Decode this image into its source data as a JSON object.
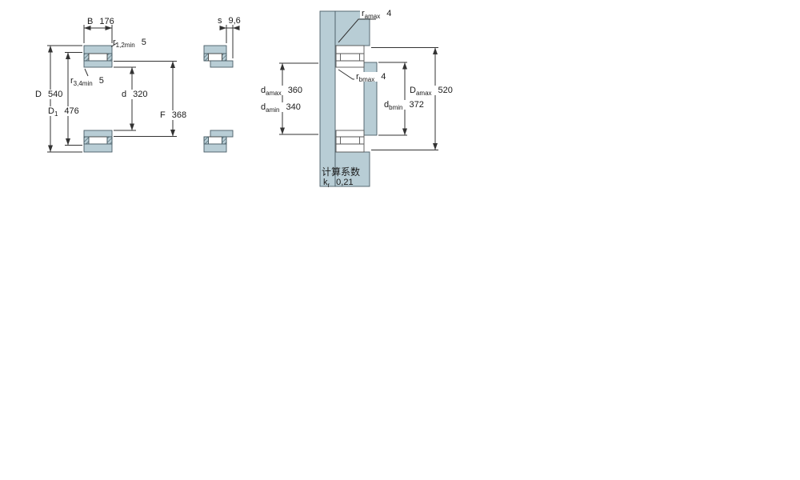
{
  "drawing": {
    "description": "bearing cross-section and mounting dimensions drawing",
    "views": {
      "left": "bearing-cross-section",
      "middle": "bearing-cross-section-axial-displacement",
      "right": "mounting-abutment-dimensions"
    }
  },
  "colors": {
    "steel_fill": "#b8cdd5",
    "steel_edge": "#4a5e66",
    "hatch": "#3c5560",
    "line": "#333333",
    "text": "#1a1a1a"
  },
  "dimensions": {
    "B": {
      "symbol": "B",
      "sub": "",
      "value": "176"
    },
    "r12min": {
      "symbol": "r",
      "sub": "1,2min",
      "value": "5"
    },
    "r34min": {
      "symbol": "r",
      "sub": "3,4min",
      "value": "5"
    },
    "D": {
      "symbol": "D",
      "sub": "",
      "value": "540"
    },
    "D1": {
      "symbol": "D",
      "sub": "1",
      "value": "476"
    },
    "d": {
      "symbol": "d",
      "sub": "",
      "value": "320"
    },
    "F": {
      "symbol": "F",
      "sub": "",
      "value": "368"
    },
    "s": {
      "symbol": "s",
      "sub": "",
      "value": "9,6"
    },
    "ramax": {
      "symbol": "r",
      "sub": "amax",
      "value": "4"
    },
    "rbmax": {
      "symbol": "r",
      "sub": "bmax",
      "value": "4"
    },
    "damax": {
      "symbol": "d",
      "sub": "amax",
      "value": "360"
    },
    "damin": {
      "symbol": "d",
      "sub": "amin",
      "value": "340"
    },
    "dbmin": {
      "symbol": "d",
      "sub": "bmin",
      "value": "372"
    },
    "Damax": {
      "symbol": "D",
      "sub": "amax",
      "value": "520"
    }
  },
  "calculation_factors": {
    "title": "计算系数",
    "kr": {
      "symbol": "k",
      "sub": "r",
      "value": "0,21"
    }
  }
}
